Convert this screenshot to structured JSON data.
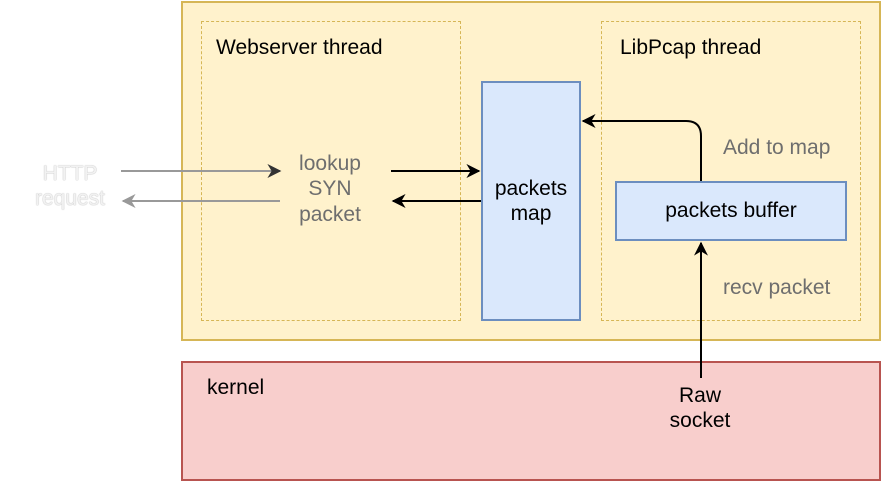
{
  "labels": {
    "webserver_thread": "Webserver thread",
    "libpcap_thread": "LibPcap thread",
    "lookup_line1": "lookup",
    "lookup_line2": "SYN",
    "lookup_line3": "packet",
    "packets_map_line1": "packets",
    "packets_map_line2": "map",
    "packets_buffer": "packets buffer",
    "add_to_map": "Add to map",
    "recv_packet": "recv packet",
    "kernel": "kernel",
    "raw_socket_line1": "Raw",
    "raw_socket_line2": "socket",
    "http_line1": "HTTP",
    "http_line2": "request"
  },
  "colors": {
    "outer_fill": "#fff2cc",
    "outer_border": "#d6b656",
    "kernel_fill": "#f8cecc",
    "kernel_border": "#b85450",
    "box_fill": "#dae8fc",
    "box_border": "#6c8ebf",
    "grey_text": "#6e6e6e",
    "arrow_black": "#000000",
    "arrow_grey": "#999999"
  }
}
